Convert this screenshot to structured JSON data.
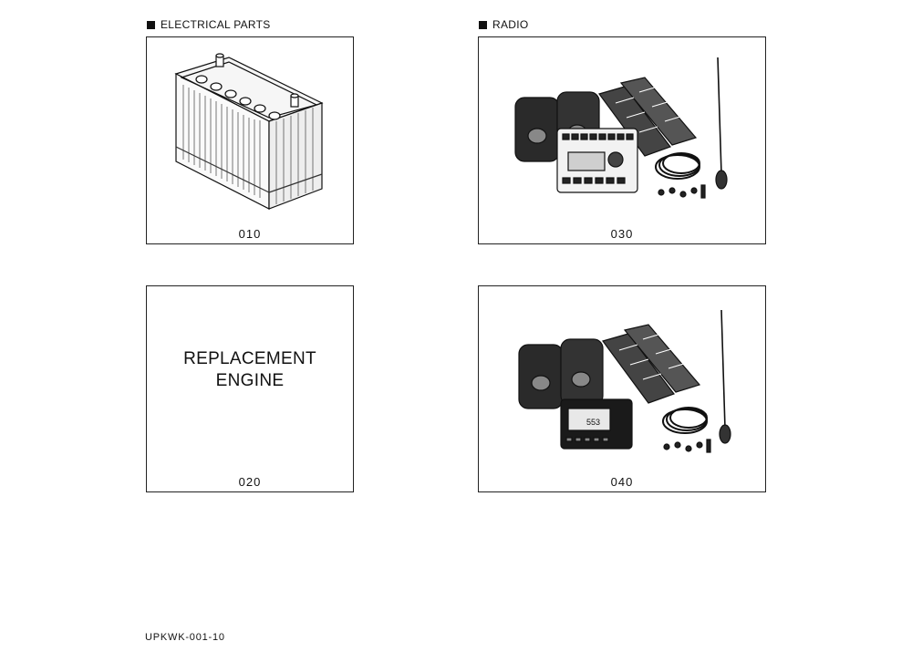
{
  "sections": {
    "electrical": {
      "title": "ELECTRICAL PARTS"
    },
    "radio": {
      "title": "RADIO"
    }
  },
  "panels": {
    "p010": {
      "number": "010",
      "illustration": "battery-illustration"
    },
    "p020": {
      "number": "020",
      "text_line1": "REPLACEMENT",
      "text_line2": "ENGINE"
    },
    "p030": {
      "number": "030",
      "illustration": "radio-kit-illustration"
    },
    "p040": {
      "number": "040",
      "illustration": "radio-kit-illustration",
      "display_text": "553"
    }
  },
  "footer": {
    "code": "UPKWK-001-10"
  },
  "colors": {
    "ink": "#111111",
    "paper": "#ffffff"
  }
}
